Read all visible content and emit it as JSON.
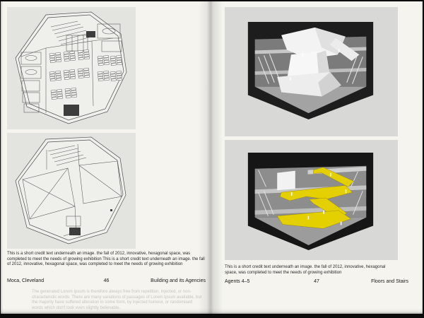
{
  "colors": {
    "page": "#f5f4ef",
    "plan_panel_bg": "#e3e3df",
    "render_panel_bg": "#d8d8d6",
    "render_frame": "#1d1d1d",
    "highlight_yellow": "#e4cf00",
    "body_text": "#1a1a1a",
    "showthrough_text": "#c6c5bd"
  },
  "left_page": {
    "images": [
      {
        "name": "floor-plan-upper",
        "label": "hexagonal floor plan, office level"
      },
      {
        "name": "floor-plan-lower",
        "label": "hexagonal floor plan, gallery level"
      }
    ],
    "caption": "This is a short credit text underneath an image. the fall of 2012, innovative, hexagonal space, was completed to meet the needs of growing exhibition This is a short credit text underneath an image. the fall of 2012, innovative, hexagonal space, was completed to meet the needs of growing exhibition",
    "footer": {
      "left": "Moca, Cleveland",
      "page_number": "46",
      "right": "Building and its Agencies"
    },
    "showthrough": "The generated Lorem Ipsum is therefore always free from repetition, injected, or non-characteristic words. There are many variations of passages of Lorem Ipsum available, but the majority have suffered alteration in some form, by injected humour, or randomised words which don't look even slightly believable."
  },
  "right_page": {
    "images": [
      {
        "name": "axon-section-render",
        "label": "axonometric section render, stairs and floors"
      },
      {
        "name": "axon-section-render-highlighted",
        "label": "axonometric section render, circulation highlighted yellow"
      }
    ],
    "caption": "This is a short credit text underneath an image. the fall of 2012, innovative, hexagonal space, was completed to meet the needs of growing exhibition",
    "footer": {
      "left": "Agents 4–5",
      "page_number": "47",
      "right": "Floors and Stairs"
    }
  }
}
